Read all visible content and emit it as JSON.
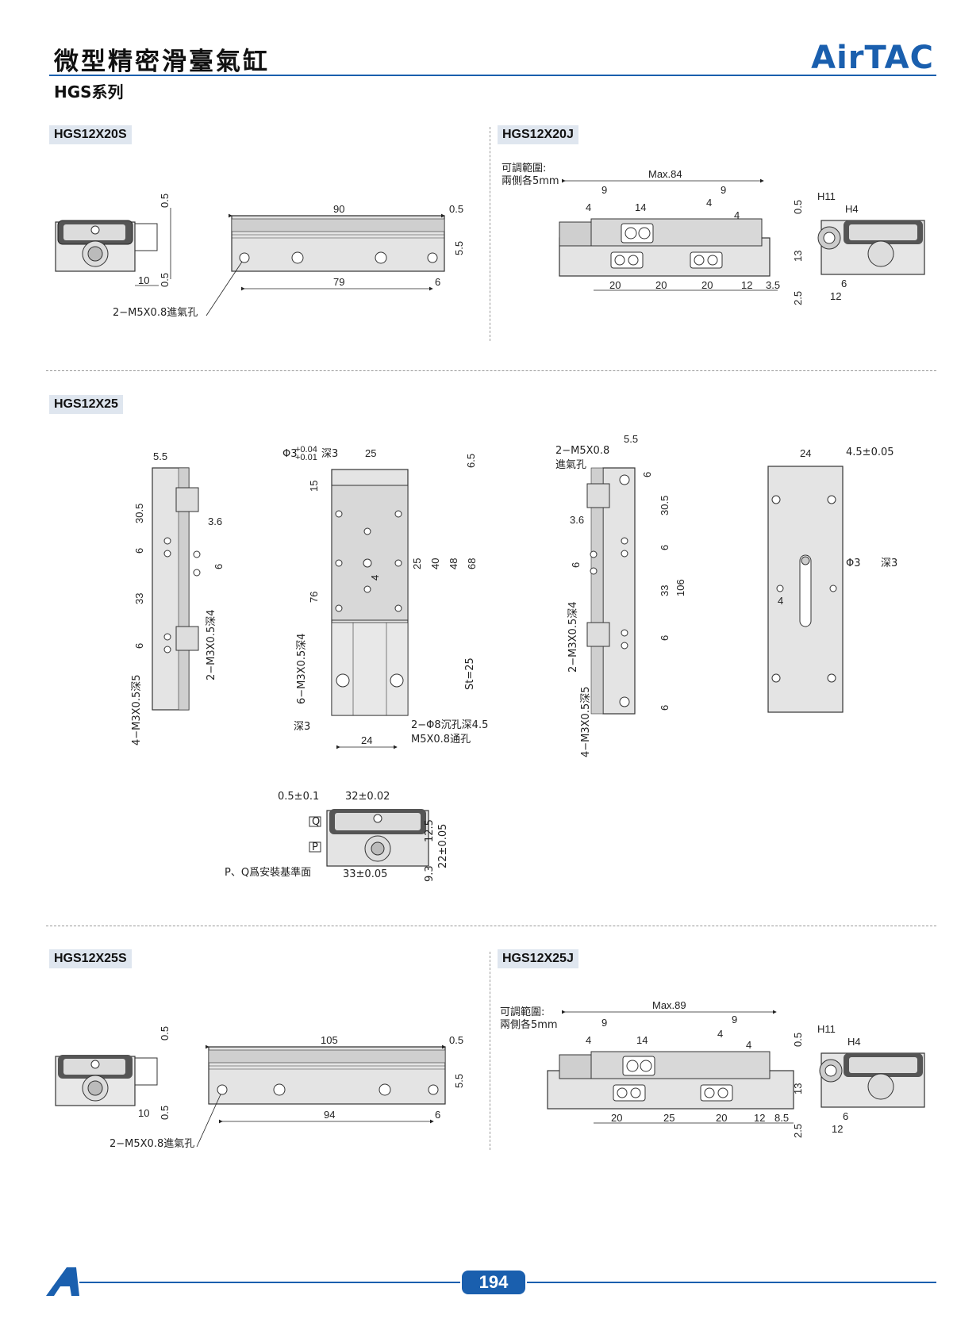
{
  "header": {
    "title": "微型精密滑臺氣缸",
    "series": "HGS系列",
    "brand": "AirTAC"
  },
  "sections": {
    "s1_left": "HGS12X20S",
    "s1_right": "HGS12X20J",
    "s2": "HGS12X25",
    "s3_left": "HGS12X25S",
    "s3_right": "HGS12X25J"
  },
  "labels": {
    "adjust_range_1": "可調範圍:",
    "adjust_range_2": "兩側各5mm",
    "port_5": "2−M5X0.8進氣孔",
    "port_2m5": "2−M5X0.8",
    "port_in": "進氣孔",
    "pq_note": "P、Q爲安裝基準面",
    "m3_4": "4−M3X0.5深5",
    "m3_2": "2−M3X0.5深4",
    "m3_6": "6−M3X0.5深4",
    "phi3": "Φ3",
    "tol_up": "+0.04",
    "tol_dn": "+0.01",
    "deep3": "深3",
    "phi8": "2−Φ8沉孔深4.5",
    "m5_thru": "M5X0.8通孔",
    "st25": "St=25",
    "tol_a": "0.5±0.1",
    "tol_b": "32±0.02",
    "tol_c": "33±0.05",
    "tol_d": "22±0.05",
    "tol_e": "4.5±0.05",
    "p": "P",
    "q": "Q"
  },
  "dims": {
    "s1l": {
      "a": "0.5",
      "b": "90",
      "c": "0.5",
      "d": "5.5",
      "e": "79",
      "f": "6",
      "g": "10",
      "h": "0.5"
    },
    "s1r": {
      "max": "Max.84",
      "n9a": "9",
      "n9b": "9",
      "n4a": "4",
      "n14": "14",
      "n4b": "4",
      "n4c": "4",
      "b1": "20",
      "b2": "20",
      "b3": "20",
      "b4": "12",
      "b5": "3.5",
      "h11": "H11",
      "h4": "H4",
      "v05": "0.5",
      "v13": "13",
      "v25": "2.5",
      "w6": "6",
      "w12": "12"
    },
    "s2": {
      "a55": "5.5",
      "a305": "30.5",
      "a6": "6",
      "a36": "3.6",
      "a6b": "6",
      "a33": "33",
      "a6c": "6",
      "b25": "25",
      "b65": "6.5",
      "b15": "15",
      "b76": "76",
      "b25v": "25",
      "b40": "40",
      "b48": "48",
      "b68": "68",
      "b4": "4",
      "b24": "24",
      "c55": "5.5",
      "c6": "6",
      "c305": "30.5",
      "c36": "3.6",
      "c6b": "6",
      "c6c": "6",
      "c33": "33",
      "c106": "106",
      "c6d": "6",
      "c6e": "6",
      "d24": "24",
      "d4": "4",
      "e125": "12.5",
      "e93": "9.3"
    },
    "s3l": {
      "a": "0.5",
      "b": "105",
      "c": "0.5",
      "d": "5.5",
      "e": "94",
      "f": "6",
      "g": "10",
      "h": "0.5"
    },
    "s3r": {
      "max": "Max.89",
      "n9a": "9",
      "n9b": "9",
      "n4a": "4",
      "n14": "14",
      "n4b": "4",
      "n4c": "4",
      "b1": "20",
      "b2": "25",
      "b3": "20",
      "b4": "12",
      "b5": "8.5",
      "h11": "H11",
      "h4": "H4",
      "v05": "0.5",
      "v13": "13",
      "v25": "2.5",
      "w6": "6",
      "w12": "12"
    }
  },
  "footer": {
    "page": "194"
  }
}
